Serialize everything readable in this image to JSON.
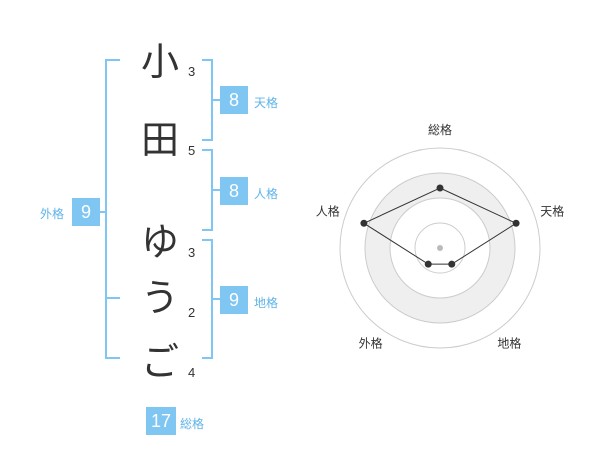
{
  "name": {
    "characters": [
      {
        "char": "小",
        "strokes": "3"
      },
      {
        "char": "田",
        "strokes": "5"
      },
      {
        "char": "ゆ",
        "strokes": "3"
      },
      {
        "char": "う",
        "strokes": "2"
      },
      {
        "char": "ご",
        "strokes": "4"
      }
    ]
  },
  "kaku": {
    "tenkaku": {
      "value": "8",
      "label": "天格"
    },
    "jinkaku": {
      "value": "8",
      "label": "人格"
    },
    "chikaku": {
      "value": "9",
      "label": "地格"
    },
    "gaikaku": {
      "value": "9",
      "label": "外格"
    },
    "soukaku": {
      "value": "17",
      "label": "総格"
    }
  },
  "chart_data": {
    "type": "radar",
    "axes": [
      "総格",
      "天格",
      "地格",
      "外格",
      "人格"
    ],
    "values": [
      3,
      4,
      1,
      1,
      4
    ],
    "max": 5,
    "rings": 4
  },
  "colors": {
    "accent": "#7fc6f2",
    "accent_text": "#5fb3e8",
    "radar_fill": "#efefef",
    "ring": "#cccccc",
    "polygon_stroke": "#333333"
  }
}
